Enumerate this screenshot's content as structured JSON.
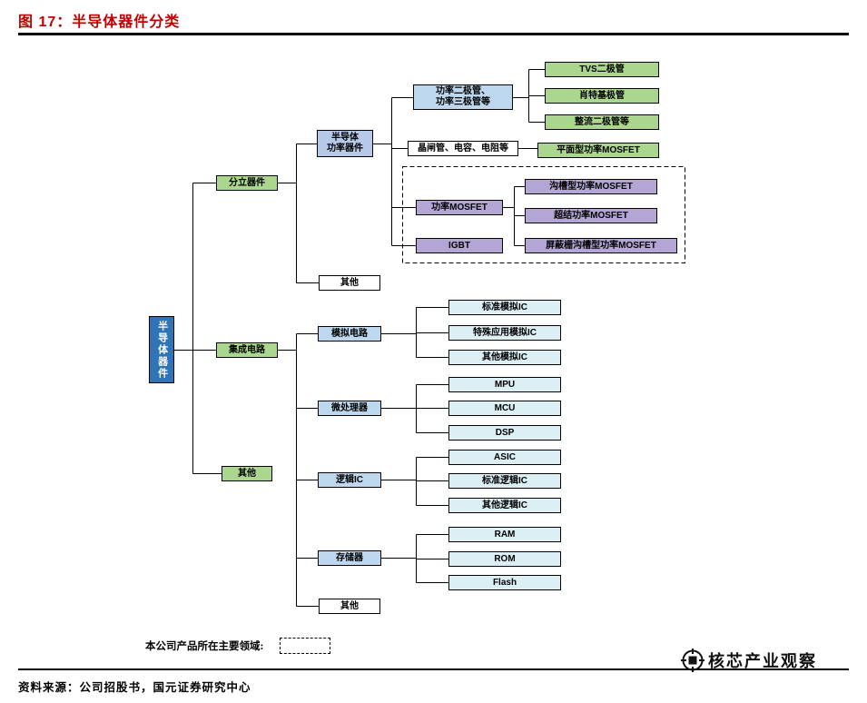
{
  "header": {
    "title": "图 17：半导体器件分类"
  },
  "legend": {
    "label": "本公司产品所在主要领域:"
  },
  "footer": {
    "source": "资料来源：公司招股书，国元证券研究中心",
    "logo_text": "核芯产业观察"
  },
  "colors": {
    "title_red": "#c00000",
    "root_blue": "#2f74b5",
    "green": "#abd68d",
    "light_blue": "#bdd7ee",
    "periwinkle": "#b7c9e8",
    "purple": "#b3a6d4",
    "cyan": "#dbeff5"
  },
  "nodes": {
    "root": "半导体器件",
    "discrete": "分立器件",
    "ic": "集成电路",
    "l2_other": "其他",
    "power_device": "半导体\n功率器件",
    "discrete_other": "其他",
    "power_diode": "功率二极管、\n功率三极管等",
    "thyristor": "晶闸管、电容、电阻等",
    "power_mosfet": "功率MOSFET",
    "igbt": "IGBT",
    "tvs": "TVS二极管",
    "schottky": "肖特基极管",
    "rectifier": "整流二极管等",
    "planar_mosfet": "平面型功率MOSFET",
    "trench_mosfet": "沟槽型功率MOSFET",
    "sj_mosfet": "超结功率MOSFET",
    "sgt_mosfet": "屏蔽栅沟槽型功率MOSFET",
    "analog": "模拟电路",
    "analog_std": "标准模拟IC",
    "analog_app": "特殊应用模拟IC",
    "analog_other": "其他模拟IC",
    "micro": "微处理器",
    "mpu": "MPU",
    "mcu": "MCU",
    "dsp": "DSP",
    "logic": "逻辑IC",
    "asic": "ASIC",
    "logic_std": "标准逻辑IC",
    "logic_other": "其他逻辑IC",
    "memory": "存储器",
    "ram": "RAM",
    "rom": "ROM",
    "flash": "Flash",
    "ic_other": "其他"
  }
}
